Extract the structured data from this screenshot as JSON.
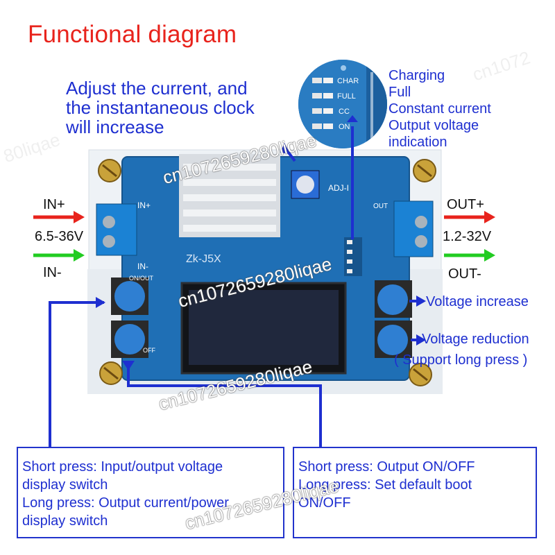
{
  "title": "Functional diagram",
  "adjust_note": [
    "Adjust the current, and",
    "the instantaneous clock",
    "will increase"
  ],
  "led_panel": {
    "labels": [
      "CHAR",
      "FULL",
      "CC",
      "ON"
    ],
    "descriptions": [
      "Charging",
      "Full",
      "Constant current",
      "Output voltage",
      "indication"
    ]
  },
  "input": {
    "plus": "IN+",
    "voltage": "6.5-36V",
    "minus": "IN-"
  },
  "output": {
    "plus": "OUT+",
    "voltage": "1.2-32V",
    "minus": "OUT-"
  },
  "board": {
    "model": "Zk-J5X",
    "pot_label": "ADJ-I",
    "in_label": "IN+",
    "in_minus": "IN-",
    "out_label": "OUT",
    "on_out": "ON/OUT",
    "off": "OFF"
  },
  "buttons": {
    "right_top": "Voltage increase",
    "right_bottom": "Voltage reduction",
    "right_bottom_note": "( Support long press )"
  },
  "left_box": [
    "Short press: Input/output voltage",
    "display switch",
    "Long press: Output current/power",
    "display switch"
  ],
  "right_box": [
    "Short press: Output ON/OFF",
    "Long press: Set default boot",
    "ON/OFF"
  ],
  "watermarks": [
    "cn1072659280liqae",
    "cn1072",
    "80liqae",
    "cn1072659280liqae",
    "cn1072659280liqae",
    "cn1072659280liqae"
  ],
  "colors": {
    "red_arrow": "#e8231c",
    "green_arrow": "#22cc22",
    "blue": "#1e2fd0",
    "board": "#1f6fb5",
    "title": "#e8231c"
  }
}
